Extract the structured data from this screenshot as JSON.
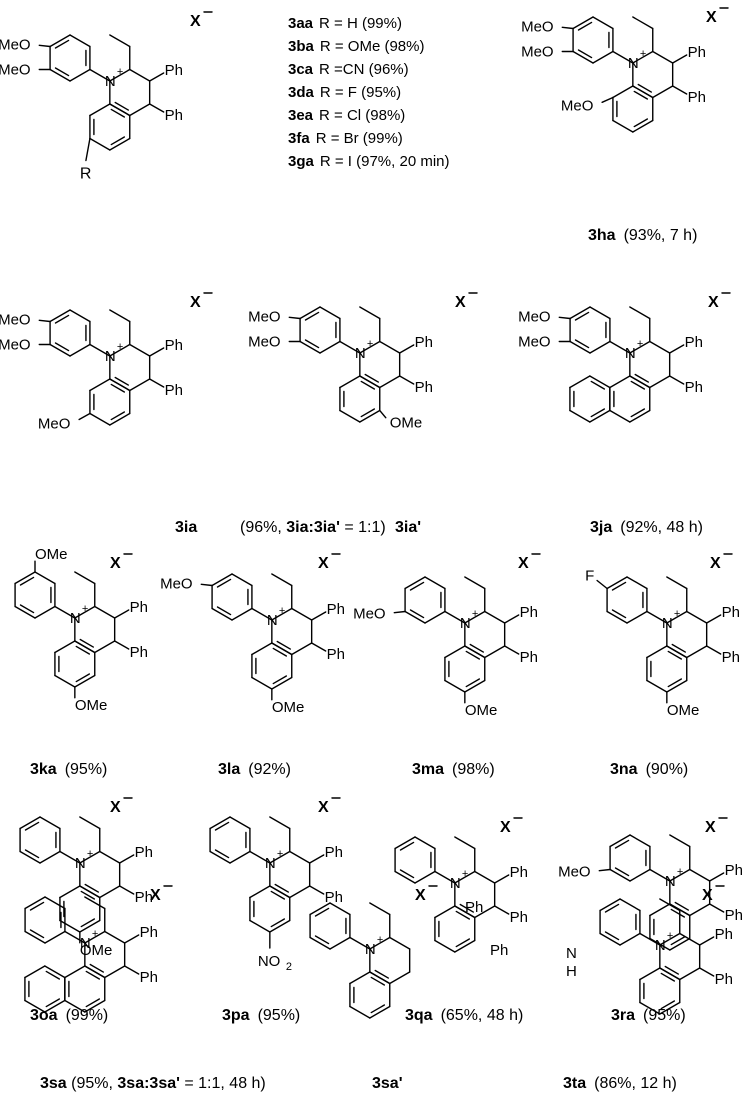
{
  "counter_ion": "X",
  "substituent_table": [
    {
      "code": "3aa",
      "text": "R = H (99%)"
    },
    {
      "code": "3ba",
      "text": "R = OMe (98%)"
    },
    {
      "code": "3ca",
      "text": "R =CN (96%)"
    },
    {
      "code": "3da",
      "text": "R = F (95%)"
    },
    {
      "code": "3ea",
      "text": "R = Cl (98%)"
    },
    {
      "code": "3fa",
      "text": "R = Br (99%)"
    },
    {
      "code": "3ga",
      "text": "R = I (97%, 20 min)"
    }
  ],
  "atom_labels": {
    "meo": "MeO",
    "ome": "OMe",
    "ph": "Ph",
    "n": "N",
    "plus": "+",
    "r": "R",
    "f": "F",
    "no2_main": "NO",
    "no2_sub": "2",
    "nh_n": "N",
    "nh_h": "H"
  },
  "captions": {
    "c3ha": {
      "code": "3ha",
      "text": "(93%, 7 h)"
    },
    "c3ia": {
      "code": "3ia",
      "text": ""
    },
    "c3ia_mid": {
      "open": "(96%, ",
      "code1": "3ia",
      "sep": ":",
      "code2": "3ia'",
      "close": " = 1:1)"
    },
    "c3iap": {
      "code": "3ia'",
      "text": ""
    },
    "c3ja": {
      "code": "3ja",
      "text": "(92%, 48 h)"
    },
    "c3ka": {
      "code": "3ka",
      "text": "(95%)"
    },
    "c3la": {
      "code": "3la",
      "text": "(92%)"
    },
    "c3ma": {
      "code": "3ma",
      "text": "(98%)"
    },
    "c3na": {
      "code": "3na",
      "text": "(90%)"
    },
    "c3oa": {
      "code": "3oa",
      "text": "(99%)"
    },
    "c3pa": {
      "code": "3pa",
      "text": "(95%)"
    },
    "c3qa": {
      "code": "3qa",
      "text": "(65%, 48 h)"
    },
    "c3ra": {
      "code": "3ra",
      "text": "(95%)"
    },
    "c3sa": {
      "code": "3sa",
      "open": " (95%, ",
      "code1": "3sa",
      "sep": ":",
      "code2": "3sa'",
      "close": " = 1:1, 48 h)"
    },
    "c3sap": {
      "code": "3sa'",
      "text": ""
    },
    "c3ta": {
      "code": "3ta",
      "text": "(86%, 12 h)"
    }
  }
}
